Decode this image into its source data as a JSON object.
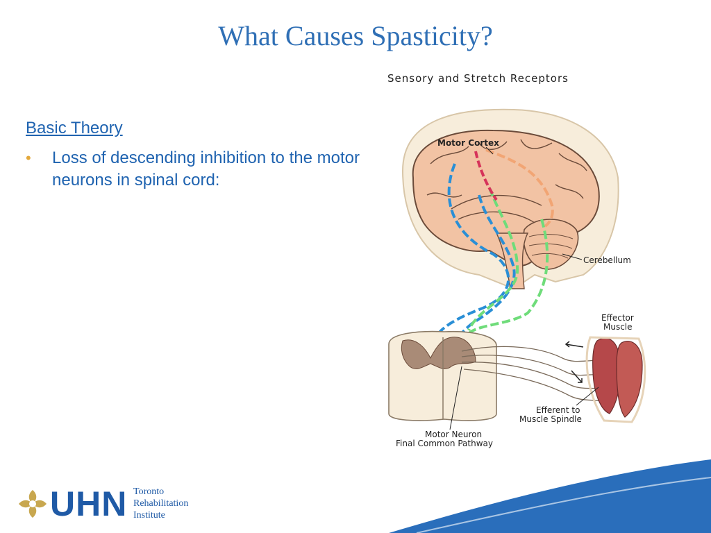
{
  "slide": {
    "title": "What Causes Spasticity?",
    "subheading": "Basic Theory",
    "bullets": [
      "Loss of descending inhibition to the motor neurons in spinal cord:"
    ]
  },
  "figure": {
    "title": "Sensory and Stretch Receptors",
    "labels": {
      "motor_cortex": "Motor Cortex",
      "cerebellum": "Cerebellum",
      "effector_muscle_1": "Effector",
      "effector_muscle_2": "Muscle",
      "efferent_1": "Efferent to",
      "efferent_2": "Muscle Spindle",
      "motor_neuron_1": "Motor Neuron",
      "motor_neuron_2": "Final Common Pathway"
    },
    "pathway_colors": {
      "blue": "#2a8fd6",
      "green": "#6fdc7a",
      "red": "#d6335a",
      "orange": "#f2a574"
    }
  },
  "footer": {
    "logo_text": "UHN",
    "institute_line_1": "Toronto",
    "institute_line_2": "Rehabilitation",
    "institute_line_3": "Institute",
    "accent_color": "#2a6ebb"
  }
}
